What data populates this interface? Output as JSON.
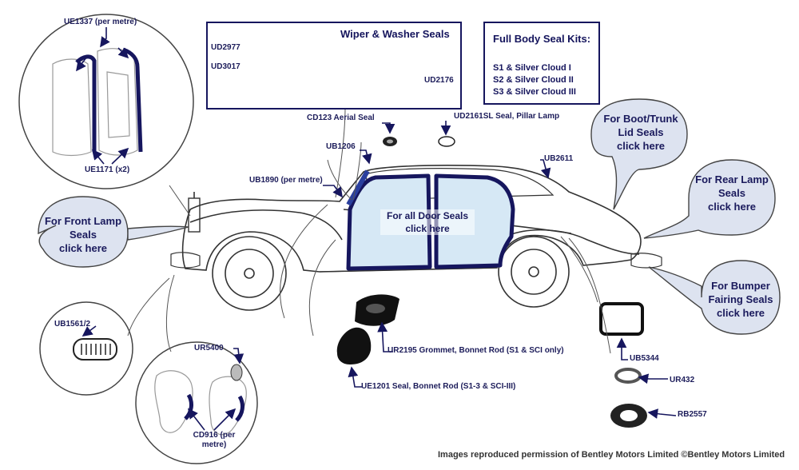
{
  "wiper_box": {
    "title": "Wiper & Washer Seals",
    "parts": [
      "UD2977",
      "UD3017",
      "UD2176"
    ]
  },
  "kits_box": {
    "title": "Full Body Seal Kits:",
    "lines": [
      "S1 & Silver Cloud I",
      "S2 & Silver Cloud II",
      "S3 & Silver Cloud III"
    ]
  },
  "bubbles": {
    "boot": [
      "For Boot/Trunk",
      "Lid Seals",
      "click here"
    ],
    "rear_lamp": [
      "For Rear Lamp",
      "Seals",
      "click here"
    ],
    "bumper": [
      "For Bumper",
      "Fairing Seals",
      "click here"
    ],
    "front_lamp": [
      "For Front Lamp",
      "Seals",
      "click here"
    ],
    "doors": [
      "For all Door Seals",
      "click here"
    ]
  },
  "labels": {
    "ue1337": "UE1337 (per metre)",
    "ue1171": "UE1171 (x2)",
    "cd123": "CD123 Aerial Seal",
    "ud2161sl": "UD2161SL Seal, Pillar Lamp",
    "ub1206": "UB1206",
    "ub1890": "UB1890 (per metre)",
    "ub2611": "UB2611",
    "ub1561": "UB1561/2",
    "ur5400": "UR5400",
    "cd916_a": "CD916 (per",
    "cd916_b": "metre)",
    "ur2195": "UR2195 Grommet, Bonnet Rod (S1 & SCI only)",
    "ue1201": "UE1201 Seal, Bonnet Rod (S1-3 & SCI-III)",
    "ub5344": "UB5344",
    "ur432": "UR432",
    "rb2557": "RB2557"
  },
  "credit": "Images reproduced permission of Bentley Motors Limited ©Bentley Motors Limited",
  "colors": {
    "navy": "#16165e",
    "bubble": "#dde3f0",
    "door_fill": "#d6e8f5",
    "line": "#555555"
  }
}
